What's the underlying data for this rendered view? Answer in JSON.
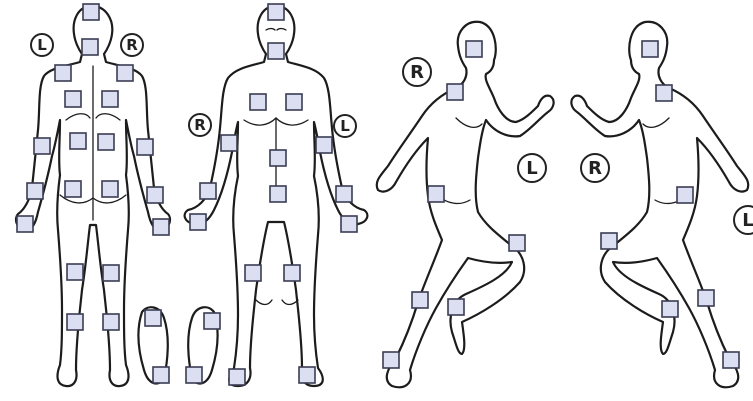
{
  "labels": {
    "back_left": "L",
    "back_right": "R",
    "front_right": "R",
    "front_left": "L",
    "side1_right": "R",
    "side1_left": "L",
    "side2_right": "R",
    "side2_left": "L"
  },
  "colors": {
    "outline": "#1c1c1c",
    "marker_fill": "#dcdff2",
    "marker_stroke": "#3a3d52"
  }
}
